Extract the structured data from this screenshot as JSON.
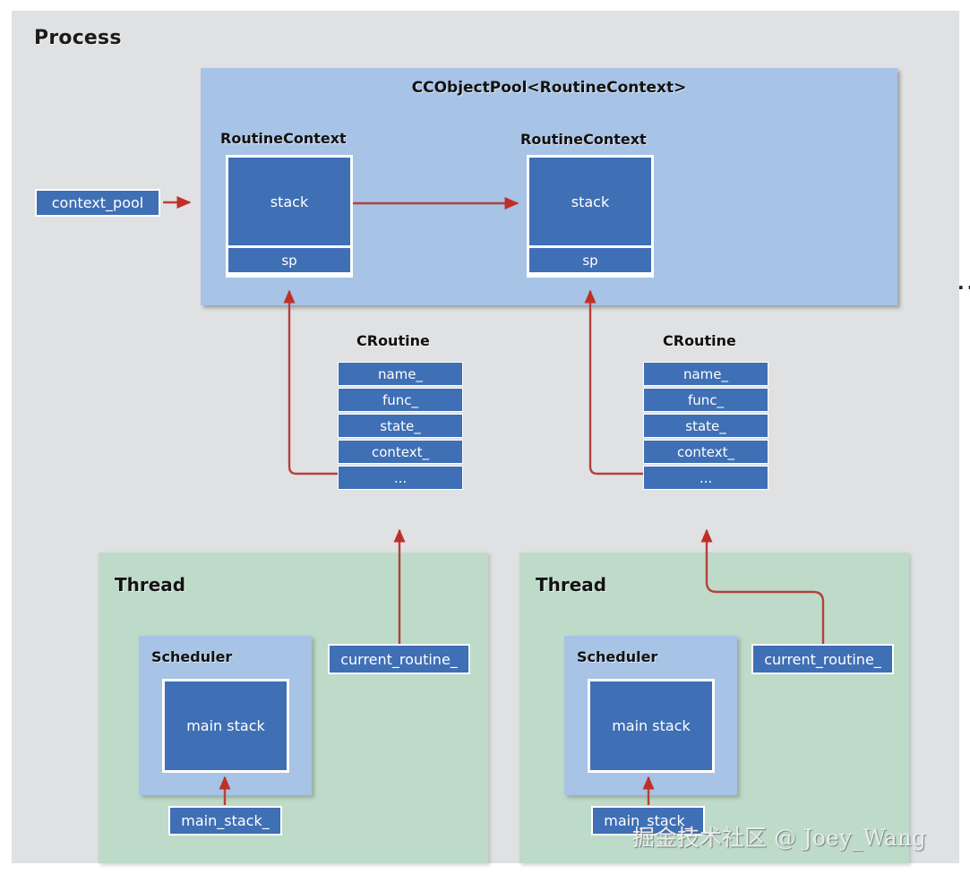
{
  "diagram": {
    "process": {
      "title": "Process"
    },
    "pool": {
      "title": "CCObjectPool<RoutineContext>",
      "ellipsis": "...",
      "contexts": [
        {
          "label": "RoutineContext",
          "stack": "stack",
          "sp": "sp"
        },
        {
          "label": "RoutineContext",
          "stack": "stack",
          "sp": "sp"
        }
      ]
    },
    "context_pool_field": "context_pool",
    "croutines": [
      {
        "label": "CRoutine",
        "rows": [
          "name_",
          "func_",
          "state_",
          "context_",
          "..."
        ]
      },
      {
        "label": "CRoutine",
        "rows": [
          "name_",
          "func_",
          "state_",
          "context_",
          "..."
        ]
      }
    ],
    "threads": [
      {
        "title": "Thread",
        "scheduler": {
          "title": "Scheduler",
          "main_stack": "main stack"
        },
        "main_stack_field": "main_stack_",
        "current_routine_field": "current_routine_"
      },
      {
        "title": "Thread",
        "scheduler": {
          "title": "Scheduler",
          "main_stack": "main stack"
        },
        "main_stack_field": "main_stack_",
        "current_routine_field": "current_routine_"
      }
    ],
    "watermark": "掘金技术社区 @ Joey_Wang",
    "colors": {
      "process_bg": "#e0e1e3",
      "pool_bg": "#a7c3e6",
      "thread_bg": "#bddbc8",
      "field_bg": "#3f6fb5",
      "connector": "#b4413c"
    }
  }
}
